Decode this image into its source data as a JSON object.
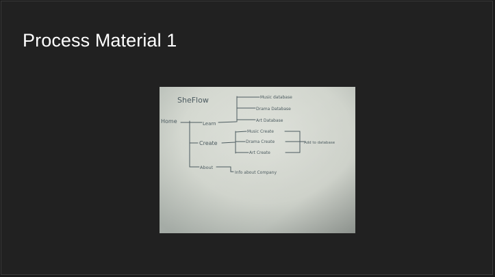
{
  "slide": {
    "title": "Process Material 1"
  },
  "sitemap_photo": {
    "heading": "SheFlow",
    "nodes": {
      "home": "Home",
      "learn": "Learn",
      "create": "Create",
      "about": "About",
      "music_database": "Music database",
      "drama_database": "Drama Database",
      "art_database": "Art Database",
      "music_create": "Music Create",
      "drama_create": "Drama Create",
      "art_create": "Art Create",
      "add_to_database": "Add to database",
      "info_about_company": "Info about Company"
    }
  }
}
